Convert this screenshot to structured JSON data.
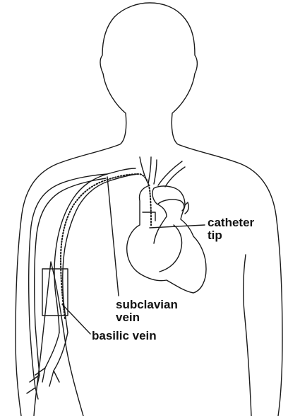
{
  "figure": {
    "labels": {
      "catheter_tip_line1": "catheter",
      "catheter_tip_line2": "tip",
      "subclavian_vein_line1": "subclavian",
      "subclavian_vein_line2": "vein",
      "basilic_vein": "basilic vein"
    },
    "colors": {
      "line": "#1a1a1a",
      "background": "#ffffff"
    }
  }
}
